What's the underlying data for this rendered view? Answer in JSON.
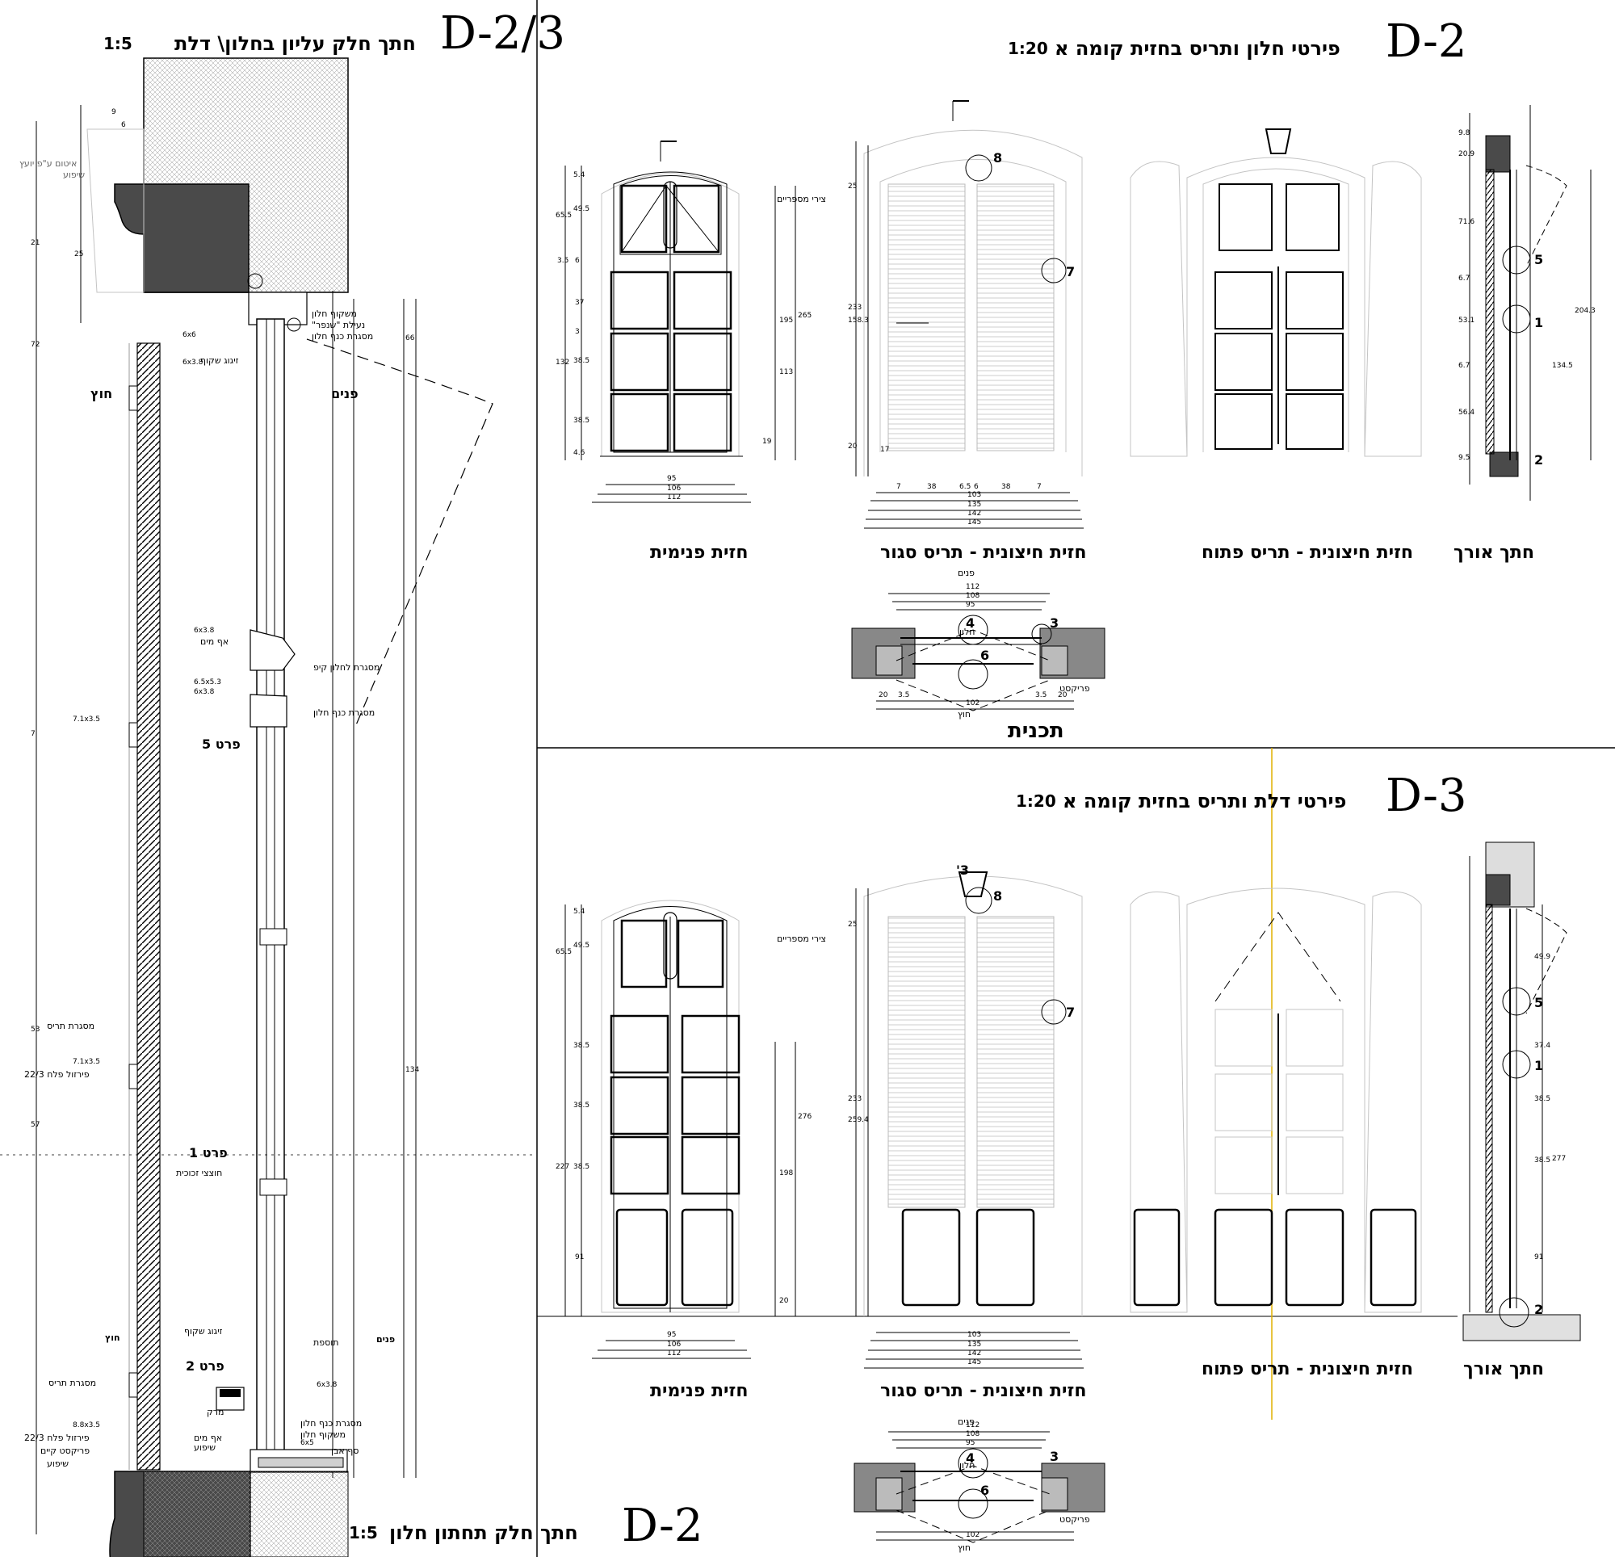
{
  "titles": {
    "d23_code": "D-2/3",
    "d23_text": "חתך חלק עליון  בחלון\\ דלת",
    "d23_scale": "1:5",
    "d2_code": "D-2",
    "d2_text": "פירטי חלון ותריס בחזית קומה א",
    "d2_scale": "1:20",
    "d3_code": "D-3",
    "d3_text": "פירטי דלת ותריס בחזית קומה א",
    "d3_scale": "1:20",
    "d2b_code": "D-2",
    "d2b_text": "חתך חלק תחתון חלון",
    "d2b_scale": "1:5"
  },
  "captions": {
    "interior": "חזית פנימית",
    "exterior_closed": "חזית חיצונית - תריס סגור",
    "exterior_open": "חזית חיצונית - תריס פתוח",
    "section": "חתך אורך",
    "plan": "תכנית"
  },
  "section_labels": {
    "outside": "חוץ",
    "inside": "פנים",
    "detail5": "פרט 5",
    "detail1": "פרט 1",
    "detail2": "פרט 2",
    "outside_small": "חוץ",
    "inside_small": "פנים",
    "notes_left": [
      "איטום ע\"פ יועץ",
      "שיפוע",
      "מסגרת תריס",
      "פירזול פלח 22/3",
      "מסגרת תריס",
      "פירזול פלח 22/3",
      "פריקסט קיים",
      "שיפוע",
      "חוצצי זכוכית",
      "זיגוג שקוף",
      "מרק",
      "אף מים",
      "שיפוע"
    ],
    "notes_right": [
      "משקוף חלון",
      "נעילת \"שנפר\"",
      "מסגרת כנף חלון",
      "זיגוג שקוף",
      "אף מים",
      "מסגרת לחלון קיפ",
      "מסגרת כנף חלון",
      "תוספת",
      "מסגרת כנף חלון",
      "משקוף חלון",
      "סף אבן"
    ],
    "dims": [
      "6x6",
      "6x3.8",
      "6x3.8",
      "6.5x5.3",
      "6x3.8",
      "7.1x3.5",
      "7.1x3.5",
      "8.8x3.5",
      "6x3.8",
      "6x5",
      "9",
      "6",
      "21",
      "25",
      "72",
      "7",
      "53",
      "57",
      "134",
      "66"
    ]
  },
  "elev_labels": {
    "spacers": "צירי מספריים",
    "plan_inside": "פנים",
    "plan_outside": "חוץ",
    "plan_window": "חלון",
    "plan_prefab": "פריקסט",
    "callouts": [
      "3",
      "8",
      "7",
      "5",
      "1",
      "2",
      "4",
      "6",
      "3'"
    ]
  },
  "dimensions": {
    "widths_interior": [
      "95",
      "106",
      "112"
    ],
    "widths_exterior": [
      "7",
      "38",
      "6.5",
      "6",
      "38",
      "7",
      "103",
      "135",
      "142",
      "145"
    ],
    "widths_plan": [
      "112",
      "108",
      "95",
      "20",
      "3.5",
      "102",
      "3.5",
      "20"
    ],
    "heights_win_interior": [
      "5.4",
      "49.5",
      "65.5",
      "3.5",
      "6",
      "37",
      "3",
      "38.5",
      "38.5",
      "4.6",
      "132",
      "195",
      "265",
      "113",
      "19"
    ],
    "heights_win_exterior": [
      "25",
      "233",
      "158.3",
      "20",
      "17"
    ],
    "heights_win_section": [
      "9.8",
      "20.9",
      "71.6",
      "6.7",
      "53.1",
      "6.7",
      "56.4",
      "9.5",
      "204.3",
      "134.5"
    ],
    "heights_door_interior": [
      "5.4",
      "49.5",
      "65.5",
      "38.5",
      "38.5",
      "38.5",
      "227",
      "91",
      "276",
      "198",
      "20"
    ],
    "heights_door_exterior": [
      "25",
      "233",
      "259.4"
    ],
    "heights_door_section": [
      "49.9",
      "37.4",
      "38.5",
      "38.5",
      "91",
      "277"
    ]
  }
}
